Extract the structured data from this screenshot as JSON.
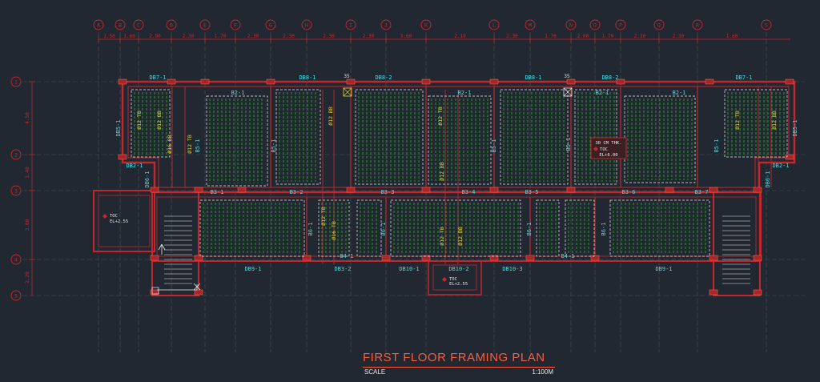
{
  "drawing": {
    "title": "FIRST FLOOR FRAMING PLAN",
    "scale_label": "SCALE",
    "scale_value": "1:100M"
  },
  "grid": {
    "columns": [
      "A",
      "B",
      "C",
      "D",
      "E",
      "F",
      "G",
      "H",
      "I",
      "J",
      "K",
      "L",
      "M",
      "N",
      "O",
      "P",
      "Q",
      "R",
      "S"
    ],
    "column_spacings": [
      "1.50",
      "1.60",
      "2.90",
      "2.30",
      "1.70",
      "2.30",
      "2.30",
      "2.30",
      "2.30",
      "3.60",
      "2.10",
      "2.30",
      "1.70",
      "2.00",
      "1.70",
      "2.30",
      "2.30",
      "1.60"
    ],
    "rows": [
      "1",
      "2",
      "3",
      "4",
      "5"
    ],
    "row_spacings": [
      "4.50",
      "1.40",
      "3.60",
      "2.20"
    ]
  },
  "beam_labels": [
    "DB7-1",
    "DB8-1",
    "DB8-2",
    "DB8-1",
    "DB8-2",
    "DB7-1",
    "DB5-1",
    "DB5-1",
    "DB2-1",
    "DB2-1",
    "DB6-1",
    "DB6-1",
    "B2-1",
    "B2-1",
    "B2-1",
    "B2-1",
    "B5-1",
    "B5-1",
    "B5-1",
    "B5-1",
    "B5-1",
    "B3-1",
    "B3-2",
    "B3-3",
    "B3-4",
    "B3-5",
    "B3-6",
    "B3-7",
    "B6-1",
    "B6-1",
    "B6-1",
    "B6-1",
    "B4-1",
    "B4-1",
    "DB9-1",
    "DB3-2",
    "DB10-1",
    "DB10-2",
    "DB10-3",
    "DB9-1"
  ],
  "rebar_labels": [
    "Ø12 TB",
    "Ø12 BB",
    "Ø16 BB",
    "Ø12 TB",
    "Ø12 BB",
    "Ø12 TB",
    "Ø16 TB",
    "Ø12 TB",
    "Ø12 BB",
    "Ø12 TB",
    "Ø12 BB",
    "Ø12 TB",
    "Ø12 BB"
  ],
  "notes": {
    "dim_35": "35",
    "slab_box_line1": "30 CM THK.",
    "slab_box_line2": "TOC",
    "slab_box_line3": "EL+6.00",
    "toc": "TOC",
    "el_255": "EL+2.55"
  },
  "colors": {
    "background": "#222831",
    "wall": "#c1272d",
    "grid": "#4a4f57",
    "bubble": "#c8262d",
    "rebar": "#22b822",
    "label": "#3fe0e6",
    "white": "#e8e8e8",
    "title": "#ff5a3c",
    "yellow": "#e6d23a"
  }
}
